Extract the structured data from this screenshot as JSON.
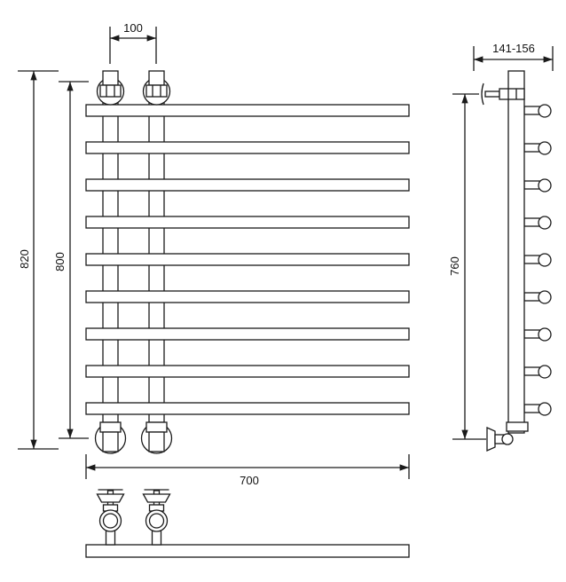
{
  "title": "Towel radiator dimension drawing",
  "dimensions": {
    "connection_spacing": "100",
    "total_height": "820",
    "connection_height": "800",
    "width": "700",
    "wall_distance": "141-156",
    "side_connection_height": "760"
  },
  "rung_count": 9,
  "colors": {
    "line": "#1a1a1a",
    "background": "#ffffff"
  }
}
